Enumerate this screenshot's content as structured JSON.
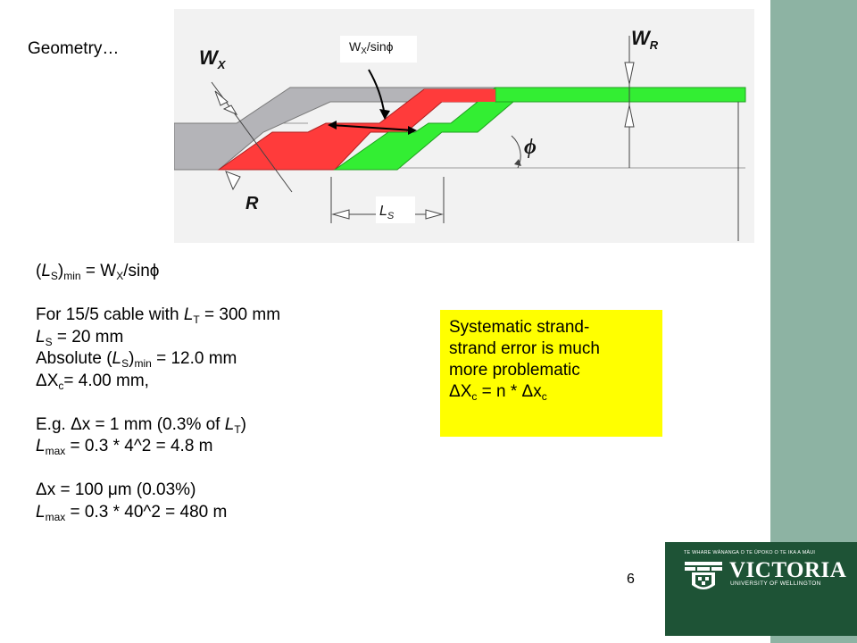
{
  "slide": {
    "title": "Geometry…",
    "page_number": "6"
  },
  "diagram": {
    "label_wx": "W",
    "label_wx_sub": "X",
    "label_wr": "W",
    "label_wr_sub": "R",
    "label_r": "R",
    "label_phi": "ϕ",
    "label_ls": "L",
    "label_ls_sub": "S",
    "callout_w": "W",
    "callout_x": "X",
    "callout_rest": "/sinϕ"
  },
  "text": {
    "l1_a": "(",
    "l1_L": "L",
    "l1_S": "S",
    "l1_b": ")",
    "l1_min": "min",
    "l1_c": " = W",
    "l1_X": "X",
    "l1_d": "/sinϕ",
    "l2_a": "For 15/5 cable with ",
    "l2_L": "L",
    "l2_T": "T",
    "l2_b": " = 300 mm",
    "l3_L": "L",
    "l3_S": "S",
    "l3_b": " = 20 mm",
    "l4_a": "Absolute (",
    "l4_L": "L",
    "l4_S": "S",
    "l4_b": ")",
    "l4_min": "min",
    "l4_c": " = 12.0 mm",
    "l5_a": "ΔX",
    "l5_c": "c",
    "l5_b": "= 4.00 mm,",
    "l6_a": "E.g. Δx = 1 mm (0.3% of ",
    "l6_L": "L",
    "l6_T": "T",
    "l6_b": ")",
    "l7_L": "L",
    "l7_max": "max",
    "l7_b": " = 0.3 * 4^2 = 4.8 m",
    "l8_a": "Δx = 100 μm (0.03%)",
    "l9_L": "L",
    "l9_max": "max",
    "l9_b": " = 0.3 * 40^2 = 480 m"
  },
  "callout_box": {
    "line1": "Systematic strand-",
    "line2": "strand error is much",
    "line3": "more problematic",
    "f_a": "ΔX",
    "f_c1": "c",
    "f_b": " = n * Δx",
    "f_c2": "c"
  },
  "logo": {
    "tagline": "TE WHARE WĀNANGA O TE ŪPOKO O TE IKA A MĀUI",
    "name": "VICTORIA",
    "subtitle": "UNIVERSITY OF WELLINGTON"
  },
  "colors": {
    "sidebar": "#8db3a3",
    "logo_bg": "#1e5336",
    "callout_bg": "#ffff00",
    "strand_gray": "#b4b4b8",
    "strand_red": "#ff3b3b",
    "strand_green": "#33ee33"
  }
}
